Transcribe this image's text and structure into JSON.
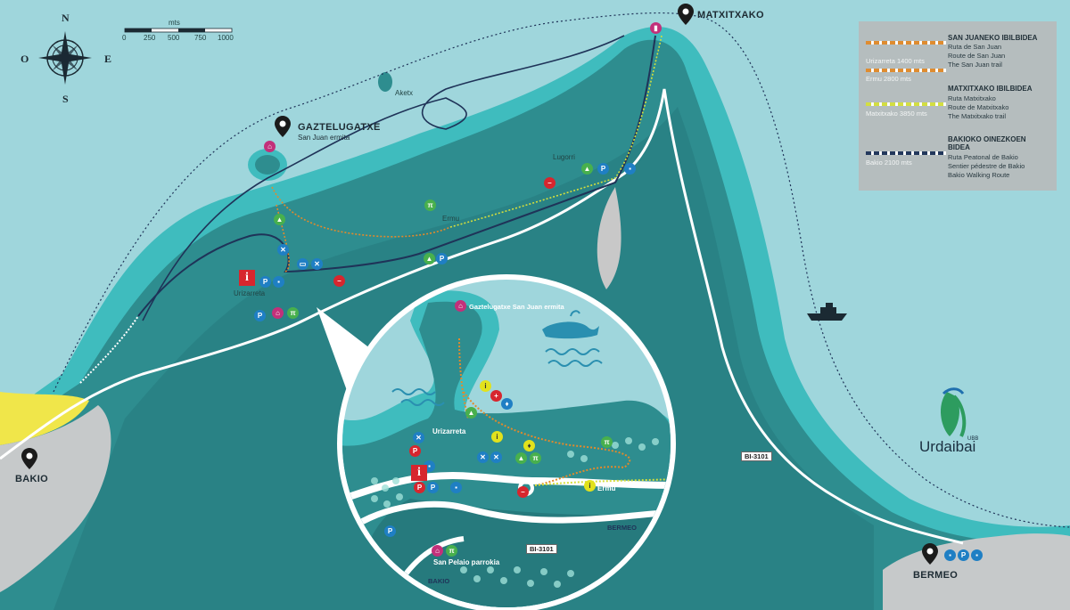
{
  "compass": {
    "n": "N",
    "s": "S",
    "e": "E",
    "w": "O"
  },
  "scale": {
    "unit": "mts",
    "ticks": [
      "0",
      "250",
      "500",
      "750",
      "1000"
    ]
  },
  "places": {
    "matxitxako": "MATXITXAKO",
    "gaztelugatxe": "GAZTELUGATXE",
    "gaztelugatxe_sub": "San Juan ermita",
    "aketx": "Aketx",
    "lugorri": "Lugorri",
    "ermu": "Ermu",
    "urizarreta": "Urizarreta",
    "bakio": "BAKIO",
    "bermeo": "BERMEO",
    "road": "BI-3101"
  },
  "legend": {
    "groups": [
      {
        "title": "SAN JUANEKO IBILBIDEA",
        "subs": [
          "Ruta de San Juan",
          "Route de San Juan",
          "The San Juan trail"
        ],
        "lines": [
          {
            "label": "Urizarreta 1400 mts",
            "color": "#e28a2b"
          },
          {
            "label": "Ermu 2800 mts",
            "color": "#e28a2b"
          }
        ]
      },
      {
        "title": "MATXITXAKO IBILBIDEA",
        "subs": [
          "Ruta Matxitxako",
          "Route de Matxitxako",
          "The Matxitxako trail"
        ],
        "lines": [
          {
            "label": "Matxitxako 3850 mts",
            "color": "#d5df3c"
          }
        ]
      },
      {
        "title": "BAKIOKO OINEZKOEN BIDEA",
        "subs": [
          "Ruta Peatonal de Bakio",
          "Sentier pédestre de Bakio",
          "Bakio Walking Route"
        ],
        "lines": [
          {
            "label": "Bakio 2100 mts",
            "color": "#1f3358"
          }
        ]
      }
    ]
  },
  "inset": {
    "ermita": "Gaztelugatxe San Juan ermita",
    "urizarreta": "Urizarreta",
    "ermu": "Ermu",
    "road": "BI-3101",
    "bermeo": "BERMEO",
    "bakio": "BAKIO",
    "parrokia": "San Pelaio parrokia"
  },
  "brand": {
    "name": "Urdaibai",
    "mark": "UBB"
  },
  "colors": {
    "sea": "#9fd6dc",
    "land": "#2e8d8f",
    "reef": "#3fbcbe",
    "trail_orange": "#e28a2b",
    "trail_yellow": "#d5df3c",
    "trail_navy": "#1f3358"
  }
}
